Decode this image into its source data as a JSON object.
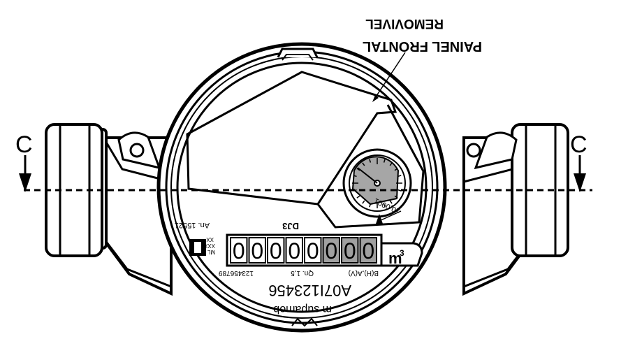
{
  "callout": {
    "line1": "REMOVIVEL",
    "line2": "PAINEL FRONTAL"
  },
  "section": {
    "left_label": "C",
    "right_label": "C"
  },
  "counter": {
    "digits": [
      "0",
      "0",
      "0",
      "0",
      "0",
      "0",
      "0",
      "0"
    ],
    "unit": "m",
    "unit_exp": "3"
  },
  "dial": {
    "factor": "x0,0001"
  },
  "face": {
    "approval": "An. 15521",
    "brand_mark": "DJ3",
    "class": "Qn. 1,5",
    "accuracy": "B(H),A(V)",
    "serial_small": "123456789",
    "serial_large": "A07I123456",
    "maker": "m supamob",
    "approval_mark_top": "XX",
    "approval_mark_mid": "XXX",
    "approval_mark_bottom": "ML"
  },
  "colors": {
    "ink": "#000000",
    "paper": "#ffffff",
    "dial_fill": "#a6a6a6",
    "digit_dark": "#a0a0a0"
  }
}
